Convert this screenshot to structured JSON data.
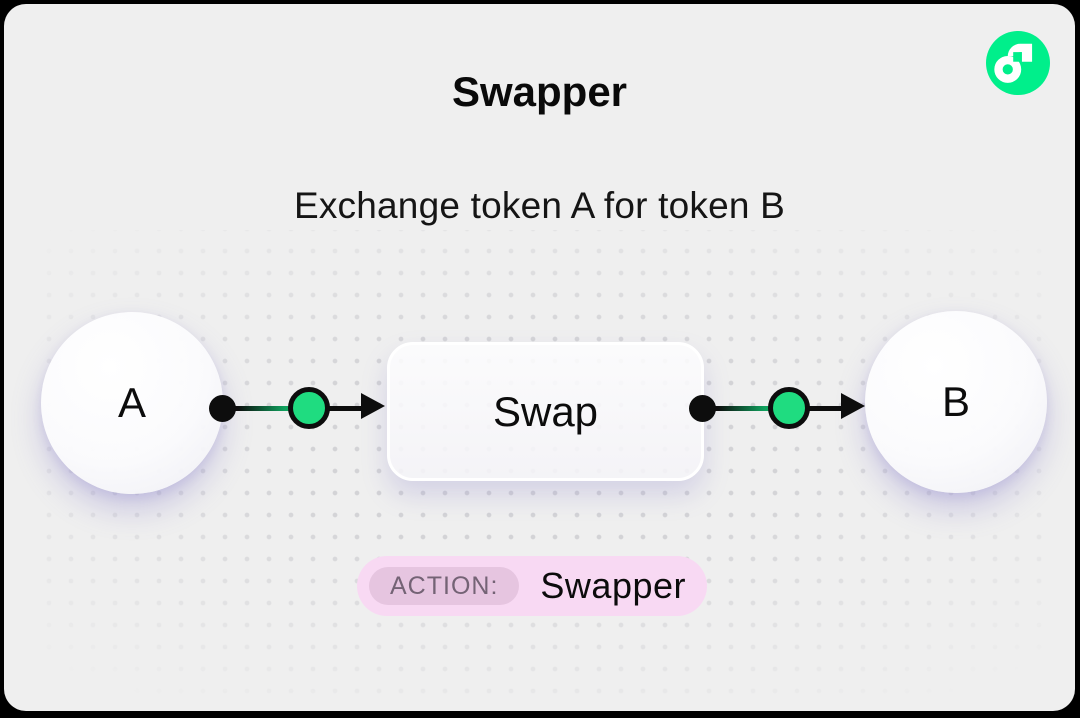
{
  "page": {
    "title": "Swapper",
    "subtitle": "Exchange token A for token B"
  },
  "logo": {
    "name": "flow-logo",
    "brand_green": "#00ef8b"
  },
  "diagram": {
    "type": "flow",
    "nodes": [
      {
        "id": "token-a",
        "label": "A",
        "shape": "circle"
      },
      {
        "id": "swap",
        "label": "Swap",
        "shape": "rounded-rect"
      },
      {
        "id": "token-b",
        "label": "B",
        "shape": "circle"
      }
    ],
    "edges": [
      {
        "from": "token-a",
        "to": "swap"
      },
      {
        "from": "swap",
        "to": "token-b"
      }
    ],
    "port_color": "#1fdc80",
    "line_color": "#0d0d0d",
    "line_green": "#16c771"
  },
  "action_badge": {
    "label": "ACTION:",
    "value": "Swapper",
    "bg": "#f8d9f3",
    "label_bg": "#e6c5e0",
    "label_color": "#746375"
  }
}
